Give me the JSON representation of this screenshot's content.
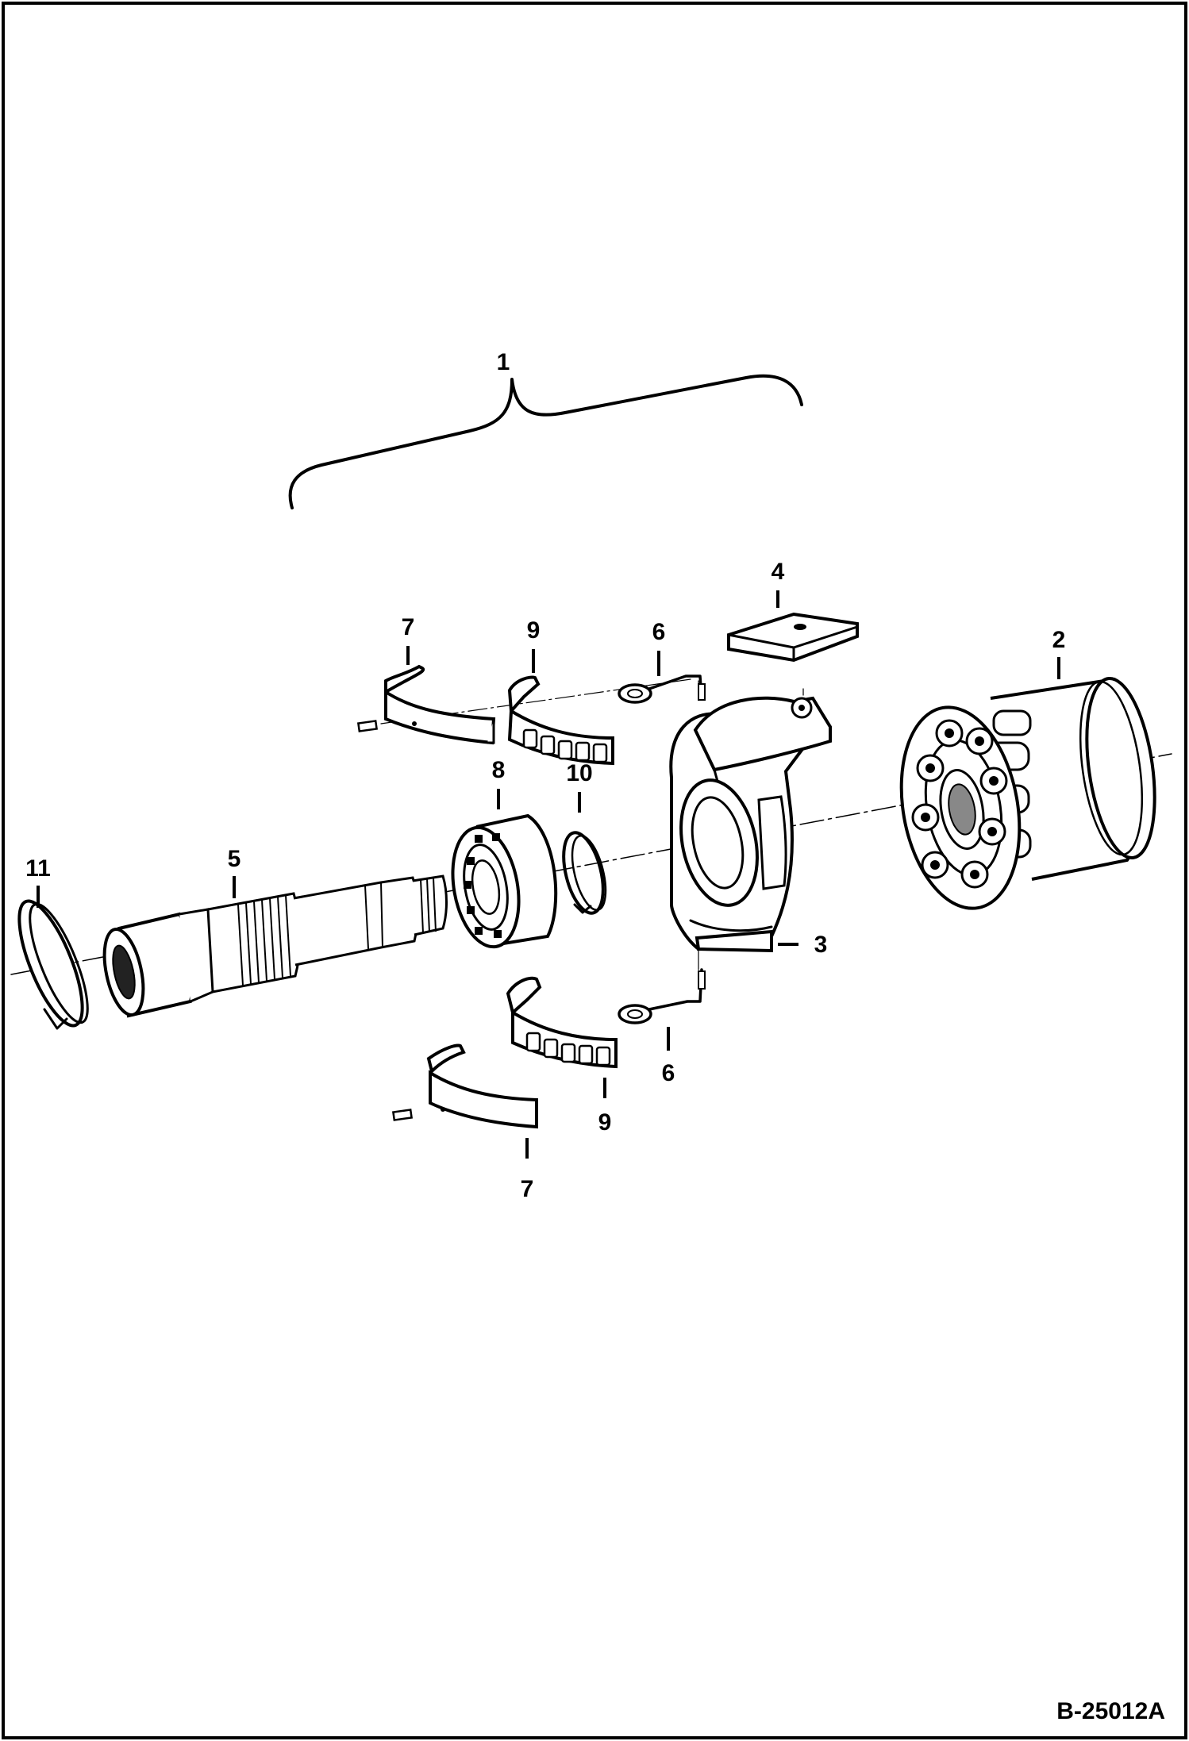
{
  "diagram": {
    "callouts": [
      {
        "id": "c1",
        "text": "1"
      },
      {
        "id": "c2",
        "text": "2"
      },
      {
        "id": "c3",
        "text": "3"
      },
      {
        "id": "c4",
        "text": "4"
      },
      {
        "id": "c5",
        "text": "5"
      },
      {
        "id": "c6a",
        "text": "6"
      },
      {
        "id": "c6b",
        "text": "6"
      },
      {
        "id": "c7a",
        "text": "7"
      },
      {
        "id": "c7b",
        "text": "7"
      },
      {
        "id": "c8",
        "text": "8"
      },
      {
        "id": "c9a",
        "text": "9"
      },
      {
        "id": "c9b",
        "text": "9"
      },
      {
        "id": "c10",
        "text": "10"
      },
      {
        "id": "c11",
        "text": "11"
      }
    ],
    "figure_code": "B-25012A"
  }
}
